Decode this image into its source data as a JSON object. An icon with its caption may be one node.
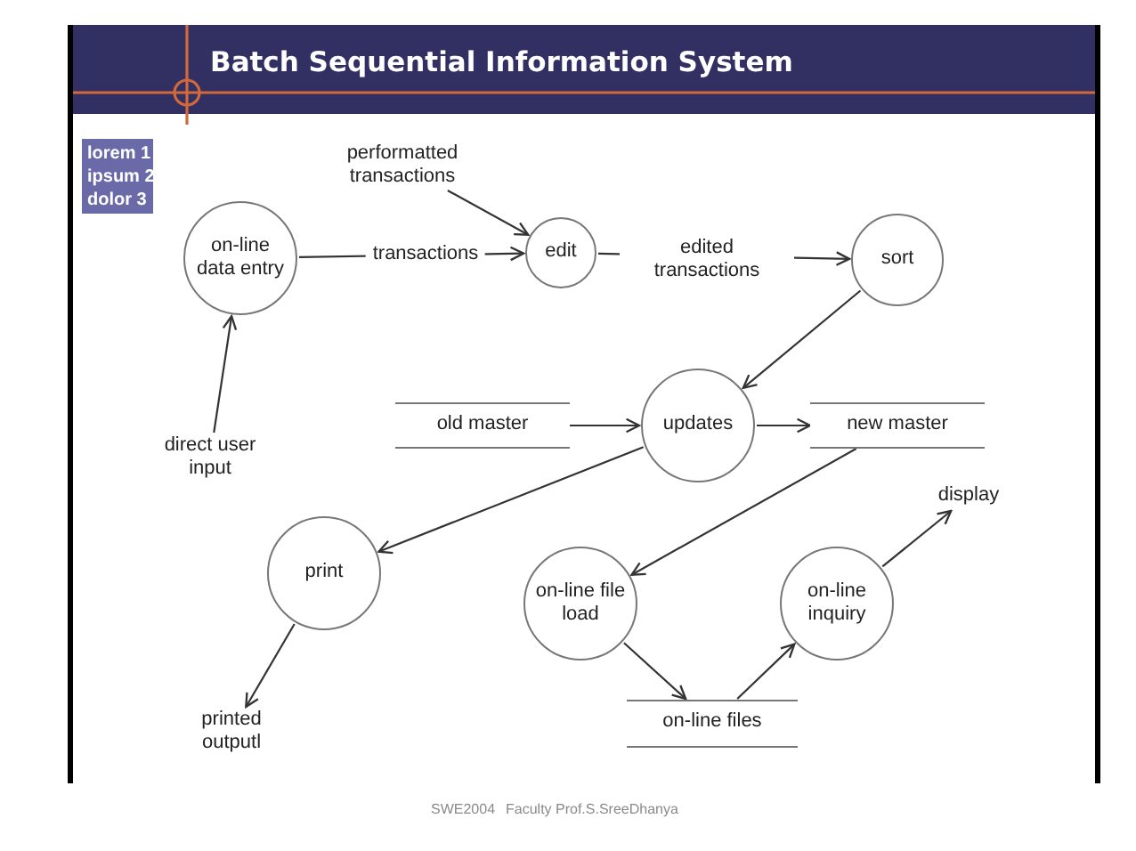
{
  "diagram": {
    "title": "Batch Sequential Information System",
    "nodes": [
      {
        "text": [
          "lorem 1",
          "ipsum 2",
          "dolor 3"
        ]
      },
      {
        "text": [
          "performatted transactions"
        ]
      },
      {
        "text": [
          "on-line data entry"
        ]
      },
      {
        "text": [
          "edit"
        ]
      },
      {
        "text": [
          "sort"
        ]
      },
      {
        "text": [
          "direct user input"
        ]
      },
      {
        "text": [
          "old master"
        ]
      },
      {
        "text": [
          "updates"
        ]
      },
      {
        "text": [
          "new master"
        ]
      },
      {
        "text": [
          "print"
        ]
      },
      {
        "text": [
          "display"
        ]
      },
      {
        "text": [
          "on-line file load"
        ]
      },
      {
        "text": [
          "on-line inquiry"
        ]
      },
      {
        "text": [
          "printed outputl"
        ]
      },
      {
        "text": [
          "on-line files"
        ]
      }
    ],
    "edges": [
      {
        "from": 1,
        "to": 3,
        "arrow": "to"
      },
      {
        "from": 2,
        "to": 3,
        "arrow": "to",
        "label": "transactions"
      },
      {
        "from": 3,
        "to": 4,
        "arrow": "to",
        "label": "edited transactions"
      },
      {
        "from": 5,
        "to": 2,
        "arrow": "to"
      },
      {
        "from": 4,
        "to": 7,
        "arrow": "to"
      },
      {
        "from": 6,
        "to": 7,
        "arrow": "to"
      },
      {
        "from": 7,
        "to": 8,
        "arrow": "to"
      },
      {
        "from": 7,
        "to": 9,
        "arrow": "to"
      },
      {
        "from": 8,
        "to": 11,
        "arrow": "to"
      },
      {
        "from": 11,
        "to": 14,
        "arrow": "to"
      },
      {
        "from": 14,
        "to": 12,
        "arrow": "to"
      },
      {
        "from": 12,
        "to": 10,
        "arrow": "to"
      },
      {
        "from": 9,
        "to": 13,
        "arrow": "to"
      }
    ],
    "labels": [
      "SWE2004",
      "Faculty Prof.S.SreeDhanya"
    ]
  }
}
